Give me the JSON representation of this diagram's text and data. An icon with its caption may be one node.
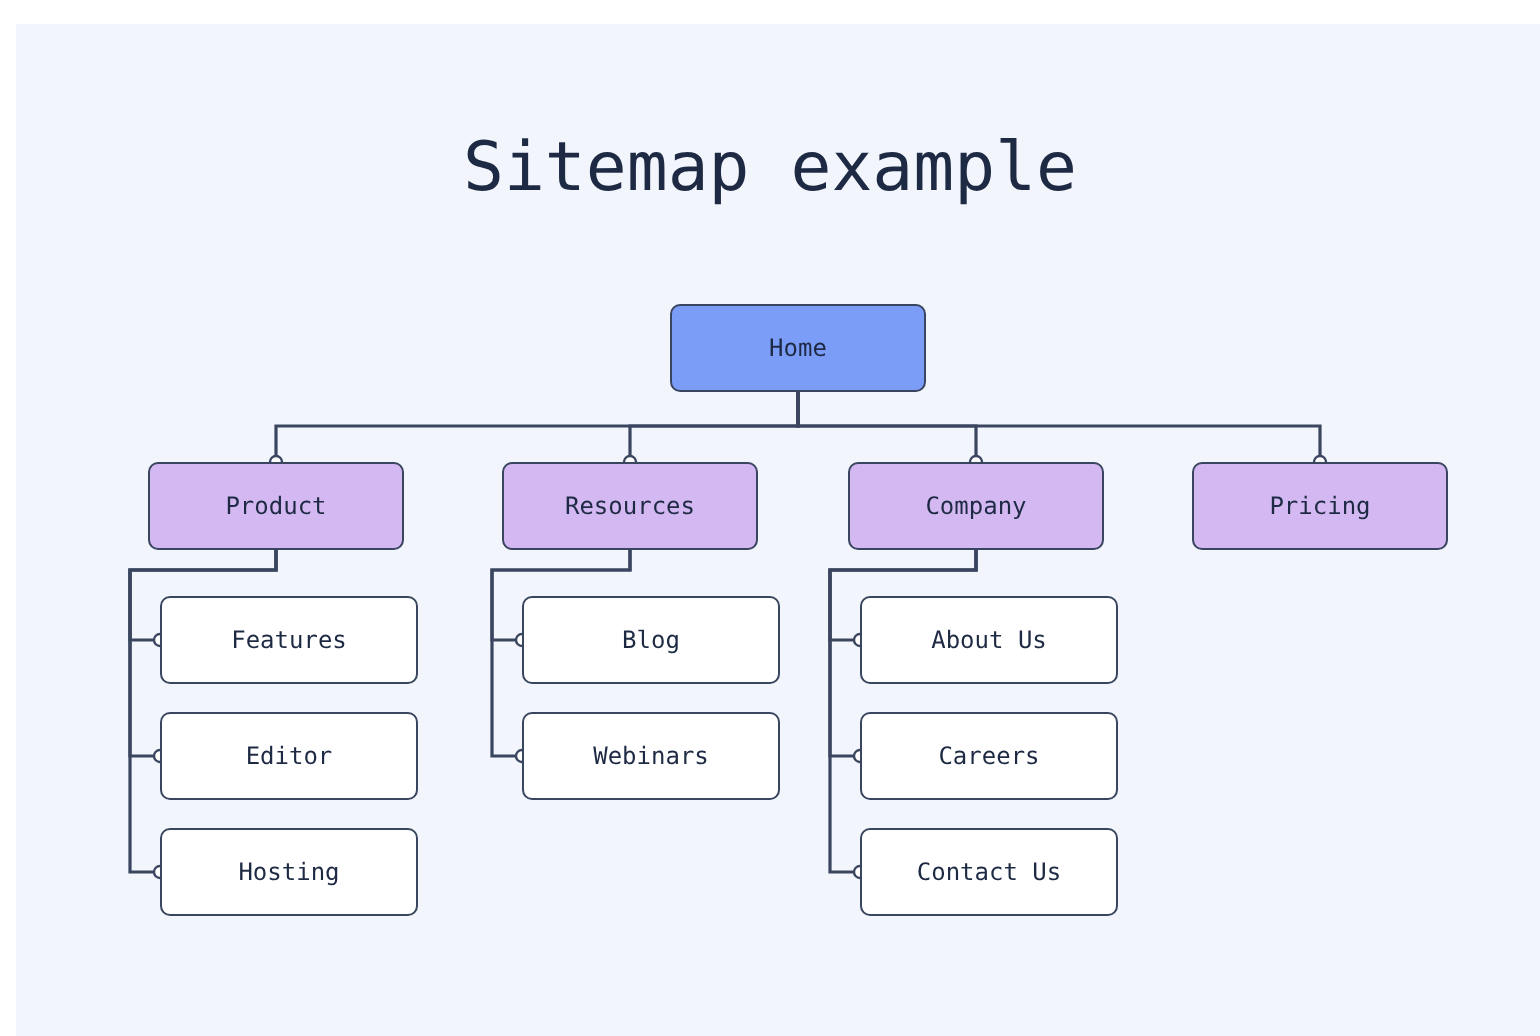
{
  "diagram": {
    "title": "Sitemap example",
    "nodes": [
      {
        "text": [
          "Home"
        ]
      },
      {
        "text": [
          "Product"
        ]
      },
      {
        "text": [
          "Resources"
        ]
      },
      {
        "text": [
          "Company"
        ]
      },
      {
        "text": [
          "Pricing"
        ]
      },
      {
        "text": [
          "Features"
        ]
      },
      {
        "text": [
          "Editor"
        ]
      },
      {
        "text": [
          "Hosting"
        ]
      },
      {
        "text": [
          "Blog"
        ]
      },
      {
        "text": [
          "Webinars"
        ]
      },
      {
        "text": [
          "About Us"
        ]
      },
      {
        "text": [
          "Careers"
        ]
      },
      {
        "text": [
          "Contact Us"
        ]
      }
    ],
    "edges": [
      {
        "from": 0,
        "to": 1,
        "arrow": "other"
      },
      {
        "from": 0,
        "to": 2,
        "arrow": "other"
      },
      {
        "from": 0,
        "to": 3,
        "arrow": "other"
      },
      {
        "from": 0,
        "to": 4,
        "arrow": "other"
      },
      {
        "from": 1,
        "to": 5,
        "arrow": "other"
      },
      {
        "from": 1,
        "to": 6,
        "arrow": "other"
      },
      {
        "from": 1,
        "to": 7,
        "arrow": "other"
      },
      {
        "from": 2,
        "to": 8,
        "arrow": "other"
      },
      {
        "from": 2,
        "to": 9,
        "arrow": "other"
      },
      {
        "from": 3,
        "to": 10,
        "arrow": "other"
      },
      {
        "from": 3,
        "to": 11,
        "arrow": "other"
      },
      {
        "from": 3,
        "to": 12,
        "arrow": "other"
      }
    ]
  }
}
